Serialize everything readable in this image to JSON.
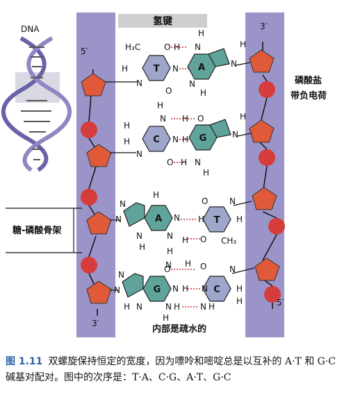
{
  "figure": {
    "dna_label": "DNA",
    "hbond_label": "氢键",
    "phosphate_label_1": "磷酸盐",
    "phosphate_label_2": "带负电荷",
    "backbone_label": "糖-磷酸骨架",
    "interior_label": "内部是疏水的",
    "left_top_end": "5′",
    "left_bottom_end": "3′",
    "right_top_end": "3′",
    "right_bottom_end": "5′"
  },
  "base_pairs": [
    {
      "left": "T",
      "right": "A"
    },
    {
      "left": "C",
      "right": "G"
    },
    {
      "left": "A",
      "right": "T"
    },
    {
      "left": "G",
      "right": "C"
    }
  ],
  "atoms": {
    "H": "H",
    "N": "N",
    "O": "O",
    "CH3": "CH₃",
    "H3C": "H₃C"
  },
  "caption": {
    "number": "图 1.11",
    "text": "双螺旋保持恒定的宽度，因为嘌呤和嘧啶总是以互补的 A·T 和 G·C 碱基对配对。图中的次序是：T·A、C·G、A·T、G·C"
  },
  "colors": {
    "backbone_band": "#9b94c9",
    "sugar": "#e05a3a",
    "phosphate": "#d63c3c",
    "pyrimidine": "#9ea6cc",
    "purine": "#5fa39a",
    "hbond": "#cc2a2a",
    "label_bar": "#cfcfcf"
  },
  "icons": {
    "dna_helix": "dna-helix-icon"
  }
}
